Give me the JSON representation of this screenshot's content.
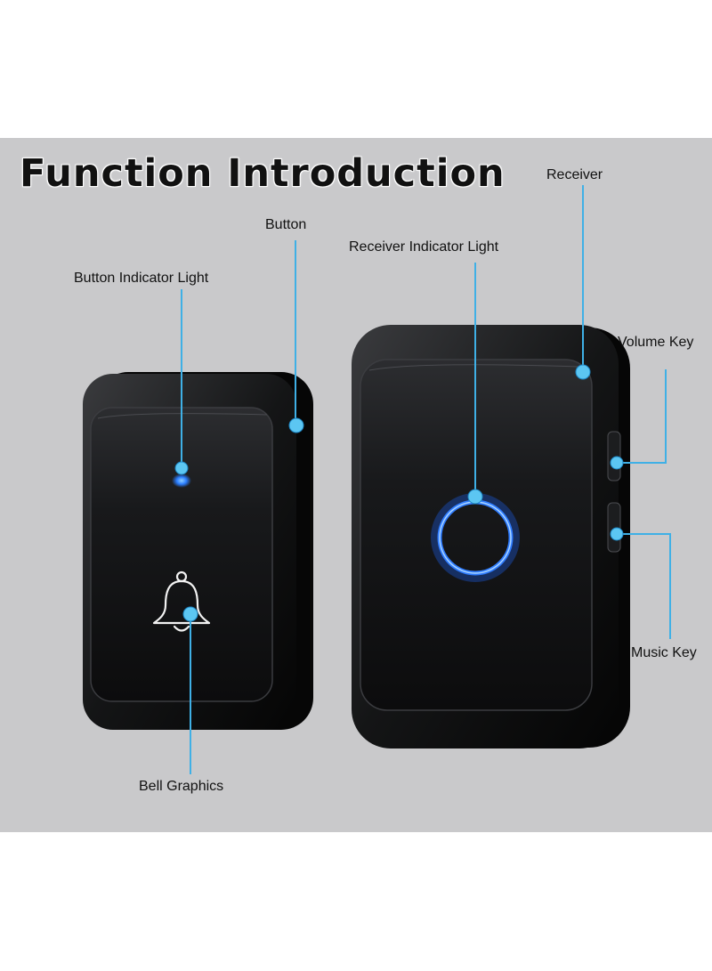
{
  "title": "Function Introduction",
  "labels": {
    "receiver": "Receiver",
    "button": "Button",
    "receiver_indicator_light": "Receiver Indicator Light",
    "button_indicator_light": "Button Indicator Light",
    "volume_key": "Volume Key",
    "music_key": "Music Key",
    "bell_graphics": "Bell Graphics"
  },
  "colors": {
    "background": "#c9c9cb",
    "device_body": "#101112",
    "callout_line": "#3fb0e6",
    "indicator_glow": "#2a7dff"
  }
}
